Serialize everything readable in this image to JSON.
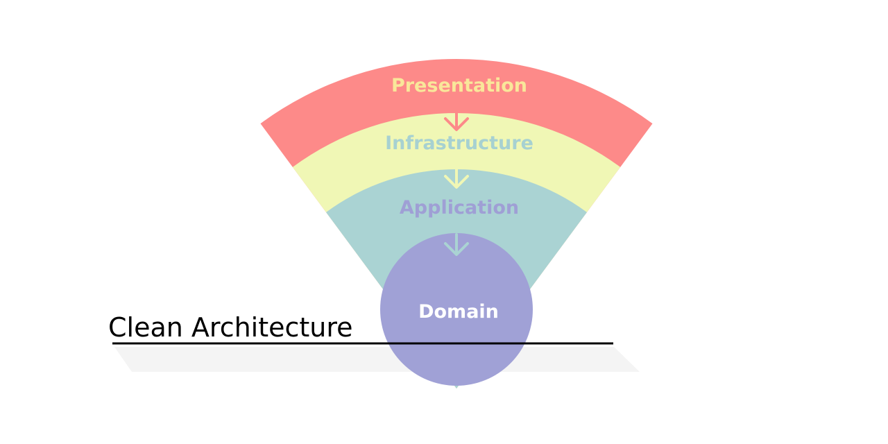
{
  "diagram": {
    "title": "Clean Architecture",
    "layers": [
      {
        "id": "presentation",
        "label": "Presentation",
        "fill": "#fd8a89",
        "text_color": "#f9e79a"
      },
      {
        "id": "infrastructure",
        "label": "Infrastructure",
        "fill": "#f0f7b5",
        "text_color": "#a7d1d1"
      },
      {
        "id": "application",
        "label": "Application",
        "fill": "#aad3d3",
        "text_color": "#9f9fd5"
      },
      {
        "id": "domain",
        "label": "Domain",
        "fill": "#a0a1d6",
        "text_color": "#ffffff"
      }
    ],
    "arrow_colors": {
      "presentation_to_infrastructure": "#fd8a89",
      "infrastructure_to_application": "#f0f7b5",
      "application_to_domain": "#aad3d3"
    },
    "title_color": "#000000",
    "shadow_color": "#f4f4f4"
  }
}
